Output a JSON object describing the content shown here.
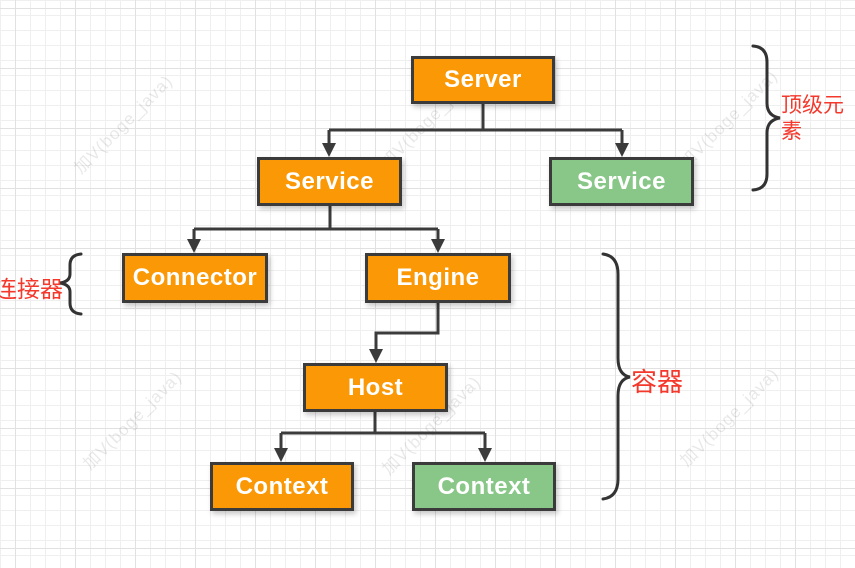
{
  "watermark": {
    "text": "加V(boge_java)"
  },
  "colors": {
    "node_orange": "#FA9805",
    "node_green": "#88C788",
    "line": "#3B3B3B",
    "annotation_red": "#F4382C"
  },
  "diagram": {
    "nodes": [
      {
        "id": "server",
        "label": "Server",
        "color": "orange"
      },
      {
        "id": "service-left",
        "label": "Service",
        "color": "orange"
      },
      {
        "id": "service-right",
        "label": "Service",
        "color": "green"
      },
      {
        "id": "connector",
        "label": "Connector",
        "color": "orange"
      },
      {
        "id": "engine",
        "label": "Engine",
        "color": "orange"
      },
      {
        "id": "host",
        "label": "Host",
        "color": "orange"
      },
      {
        "id": "context-left",
        "label": "Context",
        "color": "orange"
      },
      {
        "id": "context-right",
        "label": "Context",
        "color": "green"
      }
    ],
    "edges": [
      {
        "from": "server",
        "to": "service-left"
      },
      {
        "from": "server",
        "to": "service-right"
      },
      {
        "from": "service-left",
        "to": "connector"
      },
      {
        "from": "service-left",
        "to": "engine"
      },
      {
        "from": "engine",
        "to": "host"
      },
      {
        "from": "host",
        "to": "context-left"
      },
      {
        "from": "host",
        "to": "context-right"
      }
    ],
    "annotations": [
      {
        "id": "top-level-elements",
        "text": "顶级元素",
        "side": "right"
      },
      {
        "id": "connector-cn",
        "text": "连接器",
        "side": "left"
      },
      {
        "id": "container-cn",
        "text": "容器",
        "side": "right"
      }
    ]
  }
}
